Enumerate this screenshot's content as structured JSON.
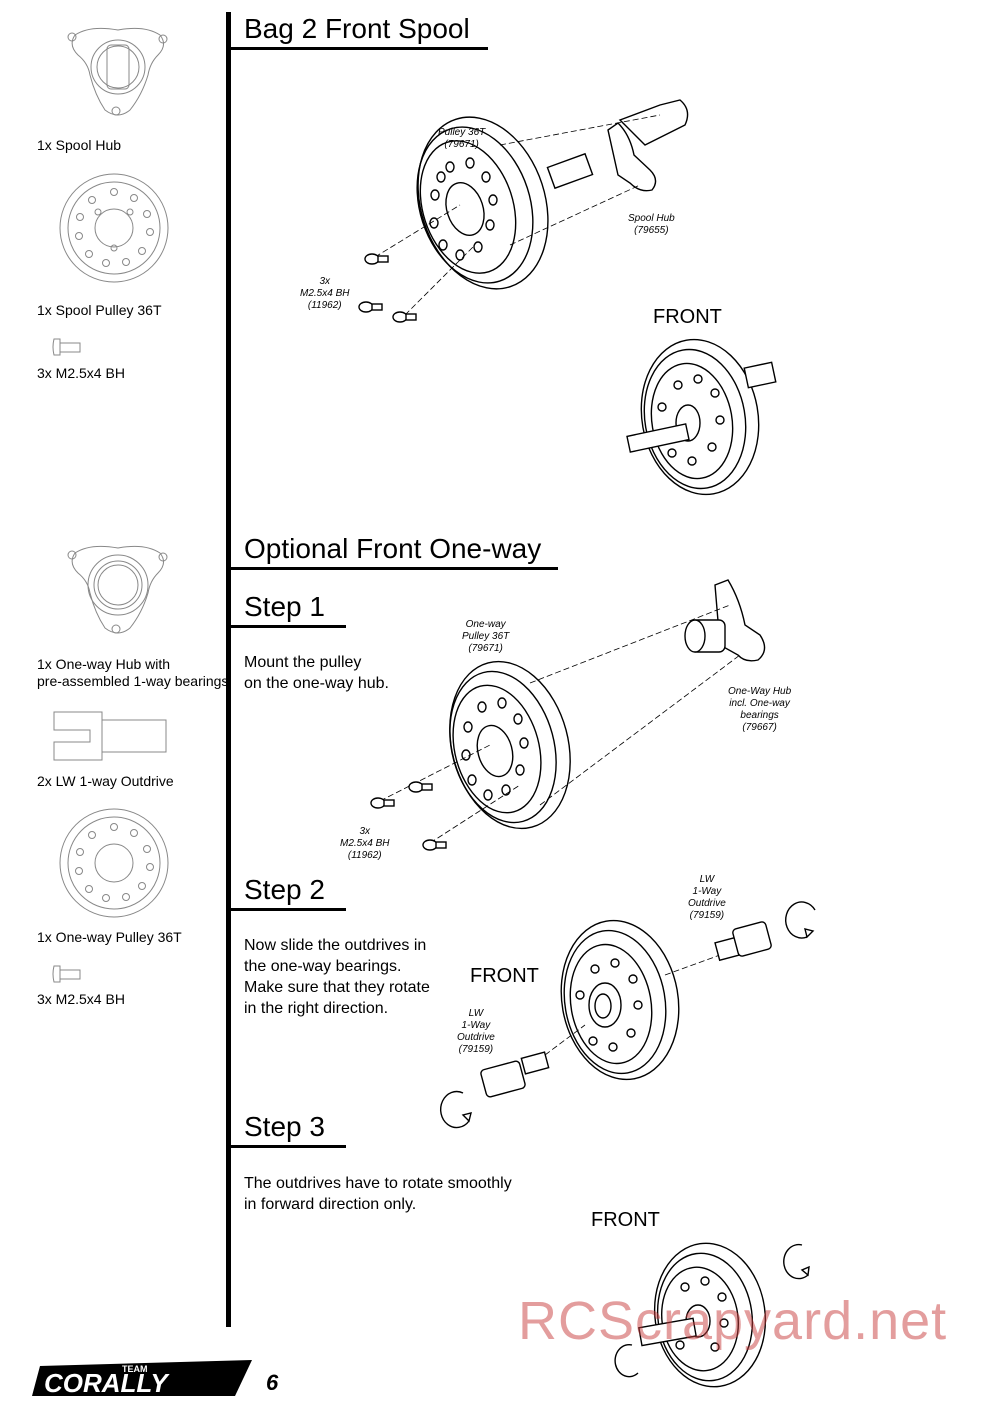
{
  "section1": {
    "title": "Bag 2 Front Spool"
  },
  "section2": {
    "title": "Optional Front One-way"
  },
  "steps": [
    {
      "title": "Step 1",
      "text_lines": [
        "Mount the pulley",
        "on the one-way hub."
      ]
    },
    {
      "title": "Step 2",
      "text_lines": [
        "Now slide the outdrives in",
        "the one-way bearings.",
        "Make sure that they rotate",
        "in the right direction."
      ]
    },
    {
      "title": "Step 3",
      "text_lines": [
        "The outdrives have to rotate smoothly",
        "in forward direction only."
      ]
    }
  ],
  "parts_bag2": [
    {
      "label": "1x  Spool Hub",
      "icon": "spool-hub-icon"
    },
    {
      "label": "1x  Spool Pulley 36T",
      "icon": "pulley-icon"
    },
    {
      "label": "3x  M2.5x4 BH",
      "icon": "screw-icon"
    }
  ],
  "parts_oneway": [
    {
      "label_lines": [
        "1x  One-way Hub with",
        "pre-assembled 1-way bearings"
      ],
      "icon": "oneway-hub-icon"
    },
    {
      "label": "2x  LW 1-way Outdrive",
      "icon": "outdrive-icon"
    },
    {
      "label": "1x  One-way Pulley 36T",
      "icon": "pulley-icon"
    },
    {
      "label": "3x  M2.5x4 BH",
      "icon": "screw-icon"
    }
  ],
  "callouts_bag2": {
    "pulley": [
      "Pulley 36T",
      "(79671)"
    ],
    "hub": [
      "Spool Hub",
      "(79655)"
    ],
    "screws": [
      "3x",
      "M2.5x4 BH",
      "(11962)"
    ]
  },
  "callouts_step1": {
    "pulley": [
      "One-way",
      "Pulley 36T",
      "(79671)"
    ],
    "hub": [
      "One-Way Hub",
      "incl. One-way",
      "bearings",
      "(79667)"
    ],
    "screws": [
      "3x",
      "M2.5x4 BH",
      "(11962)"
    ]
  },
  "callouts_step2": {
    "outdrive_right": [
      "LW",
      "1-Way",
      "Outdrive",
      "(79159)"
    ],
    "outdrive_left": [
      "LW",
      "1-Way",
      "Outdrive",
      "(79159)"
    ]
  },
  "front_label": "FRONT",
  "watermark": "RCScrapyard.net",
  "page_number": "6",
  "logo": {
    "team": "TEAM",
    "brand": "CORALLY"
  }
}
